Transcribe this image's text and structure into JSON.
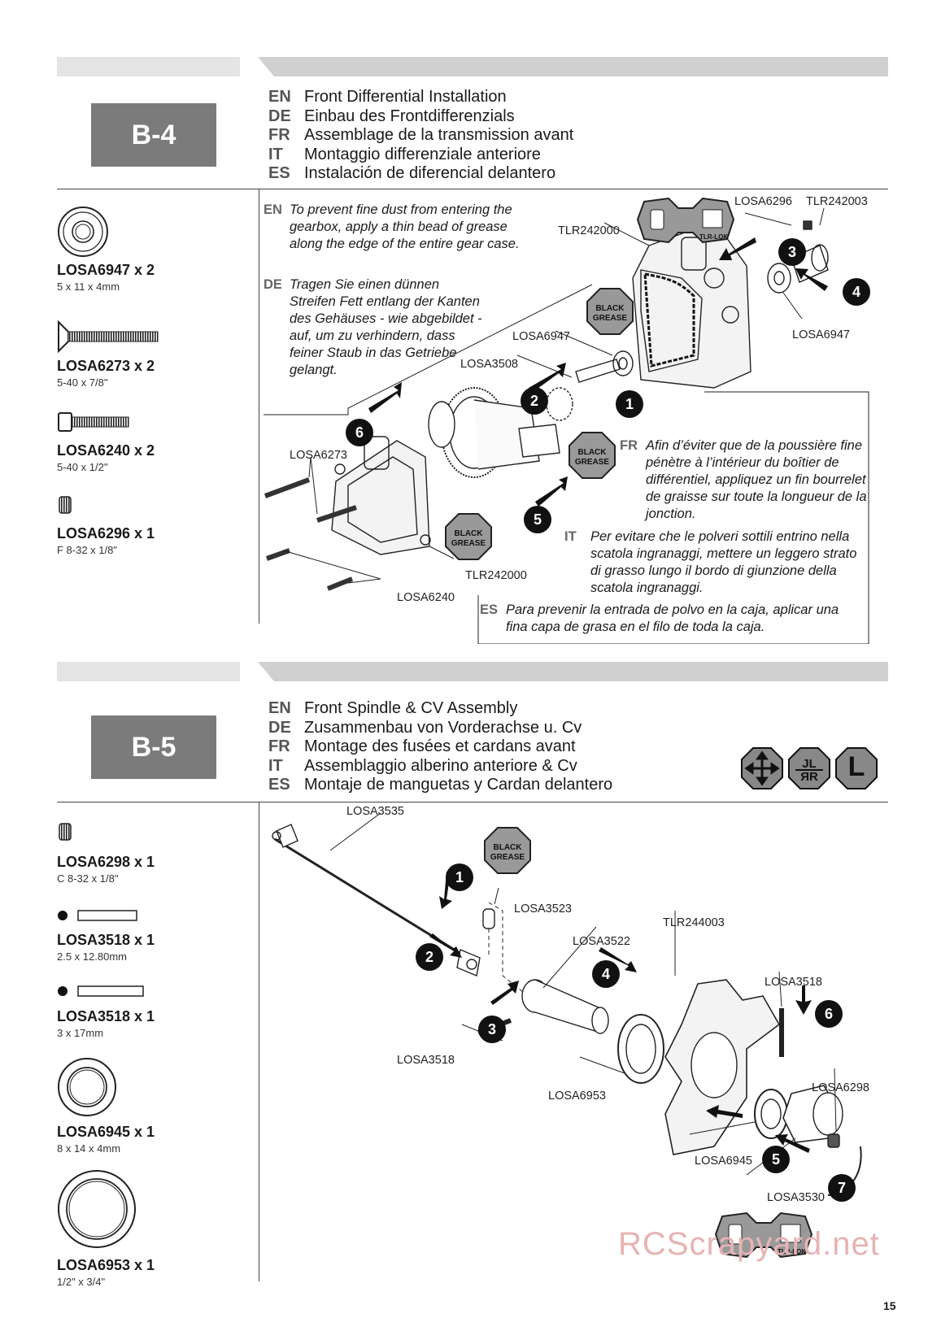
{
  "b4": {
    "step": "B-4",
    "titles": [
      {
        "code": "EN",
        "text": "Front Differential Installation"
      },
      {
        "code": "DE",
        "text": "Einbau des Frontdifferenzials"
      },
      {
        "code": "FR",
        "text": "Assemblage de la transmission avant"
      },
      {
        "code": "IT",
        "text": "Montaggio differenziale anteriore"
      },
      {
        "code": "ES",
        "text": "Instalación de diferencial delantero"
      }
    ],
    "parts": [
      {
        "pn": "LOSA6947 x 2",
        "size": "5 x 11 x 4mm"
      },
      {
        "pn": "LOSA6273 x 2",
        "size": "5-40 x 7/8\""
      },
      {
        "pn": "LOSA6240 x 2",
        "size": "5-40 x 1/2\""
      },
      {
        "pn": "LOSA6296 x 1",
        "size": "F 8-32 x 1/8\""
      }
    ],
    "notes": {
      "en": {
        "code": "EN",
        "text": "To prevent fine dust from entering the gearbox, apply a thin bead of grease along the edge of the entire gear case."
      },
      "de": {
        "code": "DE",
        "text": "Tragen Sie einen dünnen Streifen Fett entlang der Kanten des Gehäuses - wie abgebildet - auf, um zu verhindern, dass feiner Staub in das Getriebe gelangt."
      },
      "fr": {
        "code": "FR",
        "text": "Afin d’éviter que de la poussière fine pénètre à l’intérieur du boîtier de différentiel, appliquez un fin bourrelet de graisse sur toute la longueur de la jonction."
      },
      "it": {
        "code": "IT",
        "text": "Per evitare che le polveri sottili entrino nella scatola ingranaggi, mettere un leggero strato di grasso lungo il bordo di giunzione della scatola ingranaggi."
      },
      "es": {
        "code": "ES",
        "text": "Para prevenir la entrada de polvo en la caja, aplicar una fina capa de grasa en el filo de toda la caja."
      }
    },
    "labels": {
      "losa6296": "LOSA6296",
      "tlr242003": "TLR242003",
      "tlr242000_top": "TLR242000",
      "losa6947_right": "LOSA6947",
      "losa6947_mid": "LOSA6947",
      "losa3508": "LOSA3508",
      "losa6273": "LOSA6273",
      "tlr242000_bottom": "TLR242000",
      "losa6240": "LOSA6240"
    },
    "steps": [
      "1",
      "2",
      "3",
      "4",
      "5",
      "6"
    ]
  },
  "b5": {
    "step": "B-5",
    "titles": [
      {
        "code": "EN",
        "text": "Front Spindle & CV Assembly"
      },
      {
        "code": "DE",
        "text": "Zusammenbau von Vorderachse u. Cv"
      },
      {
        "code": "FR",
        "text": "Montage des fusées et cardans avant"
      },
      {
        "code": "IT",
        "text": "Assemblaggio alberino anteriore & Cv"
      },
      {
        "code": "ES",
        "text": "Montaje de manguetas y Cardan delantero"
      }
    ],
    "side_icons": [
      "move-icon",
      "mirror-icon"
    ],
    "side_letter": "L",
    "parts": [
      {
        "pn": "LOSA6298 x 1",
        "size": "C 8-32 x 1/8\""
      },
      {
        "pn": "LOSA3518 x 1",
        "size": "2.5 x 12.80mm"
      },
      {
        "pn": "LOSA3518 x 1",
        "size": "3 x 17mm"
      },
      {
        "pn": "LOSA6945 x 1",
        "size": "8 x 14 x 4mm"
      },
      {
        "pn": "LOSA6953 x 1",
        "size": "1/2\" x 3/4\""
      }
    ],
    "labels": {
      "losa3535": "LOSA3535",
      "losa3523": "LOSA3523",
      "losa3522": "LOSA3522",
      "tlr244003": "TLR244003",
      "losa3518_right": "LOSA3518",
      "losa3518_left": "LOSA3518",
      "losa6953": "LOSA6953",
      "losa6298": "LOSA6298",
      "losa6945": "LOSA6945",
      "losa3530": "LOSA3530"
    },
    "steps": [
      "1",
      "2",
      "3",
      "4",
      "5",
      "6",
      "7"
    ]
  },
  "stickers": {
    "black_grease_line1": "BLACK",
    "black_grease_line2": "GREASE",
    "tlr_lok": "TLR-LOK"
  },
  "watermark": "RCScrapyard.net",
  "page_number": "15"
}
